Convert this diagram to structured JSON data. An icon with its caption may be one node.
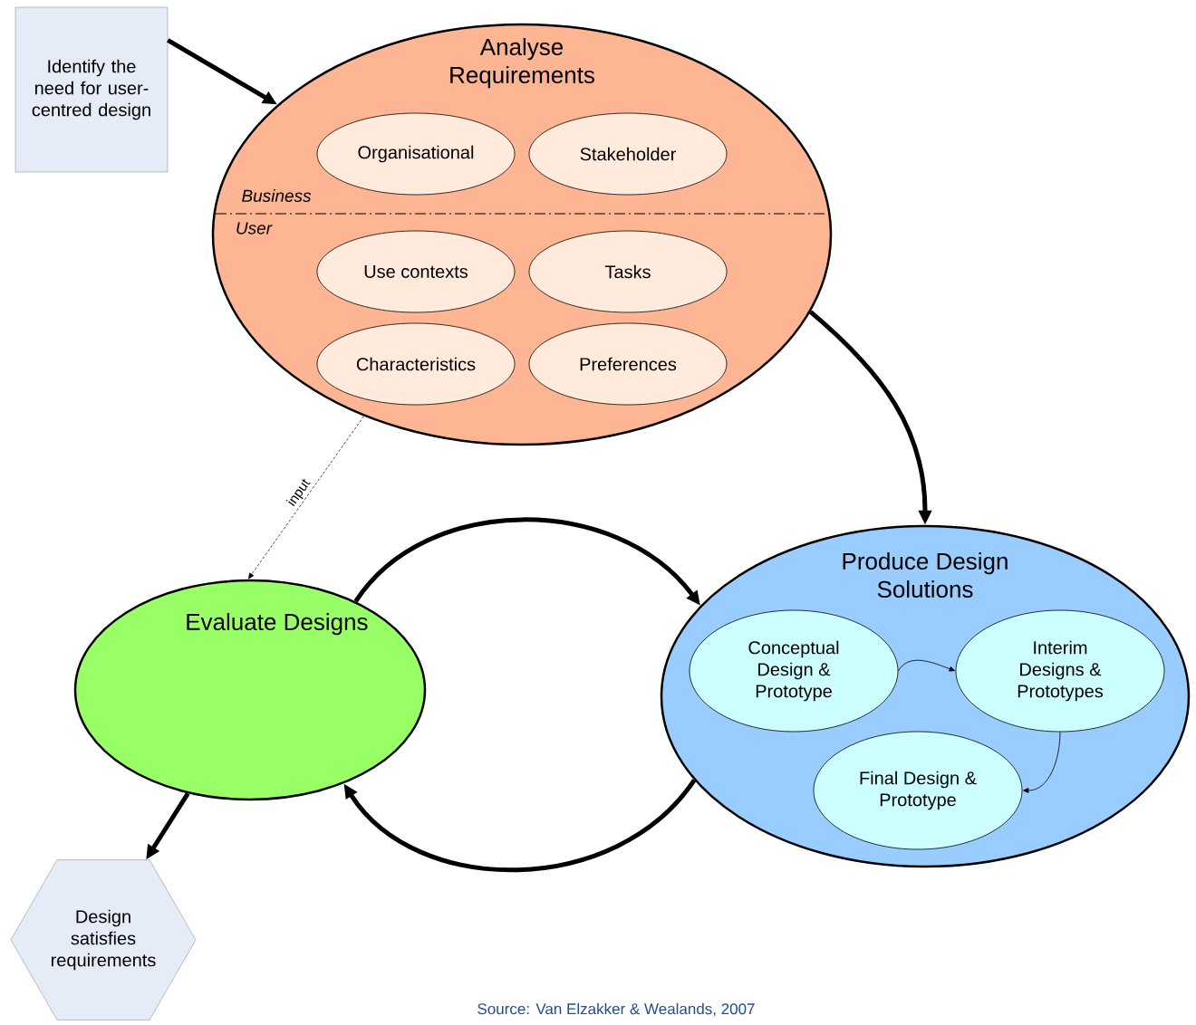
{
  "diagram": {
    "caption": "Source: Van Elzakker & Wealands, 2007",
    "nodes": [
      {
        "text": [
          "Identify the need for user-centred design"
        ]
      },
      {
        "text": [
          "Analyse Requirements"
        ]
      },
      {
        "text": [
          "Organisational"
        ],
        "in": 1
      },
      {
        "text": [
          "Stakeholder"
        ],
        "in": 1
      },
      {
        "text": [
          "Use contexts"
        ],
        "in": 1
      },
      {
        "text": [
          "Tasks"
        ],
        "in": 1
      },
      {
        "text": [
          "Characteristics"
        ],
        "in": 1
      },
      {
        "text": [
          "Preferences"
        ],
        "in": 1
      },
      {
        "text": [
          "Evaluate Designs"
        ]
      },
      {
        "text": [
          "Produce Design Solutions"
        ]
      },
      {
        "text": [
          "Conceptual Design & Prototype"
        ],
        "in": 9
      },
      {
        "text": [
          "Interim Designs & Prototypes"
        ],
        "in": 9
      },
      {
        "text": [
          "Final Design & Prototype"
        ],
        "in": 9
      },
      {
        "text": [
          "Design satisfies requirements"
        ]
      }
    ],
    "edges": [
      {
        "from": 0,
        "to": 1,
        "arrow": "to"
      },
      {
        "from": 1,
        "to": 9,
        "arrow": "to"
      },
      {
        "from": 1,
        "to": 8,
        "arrow": "to",
        "style": "dashed",
        "label": "input"
      },
      {
        "from": 8,
        "to": 9,
        "arrow": "to"
      },
      {
        "from": 9,
        "to": 8,
        "arrow": "to"
      },
      {
        "from": 10,
        "to": 11,
        "arrow": "to"
      },
      {
        "from": 11,
        "to": 12,
        "arrow": "to"
      },
      {
        "from": 8,
        "to": 13,
        "arrow": "to"
      }
    ],
    "labels": [
      "Business",
      "User"
    ]
  }
}
